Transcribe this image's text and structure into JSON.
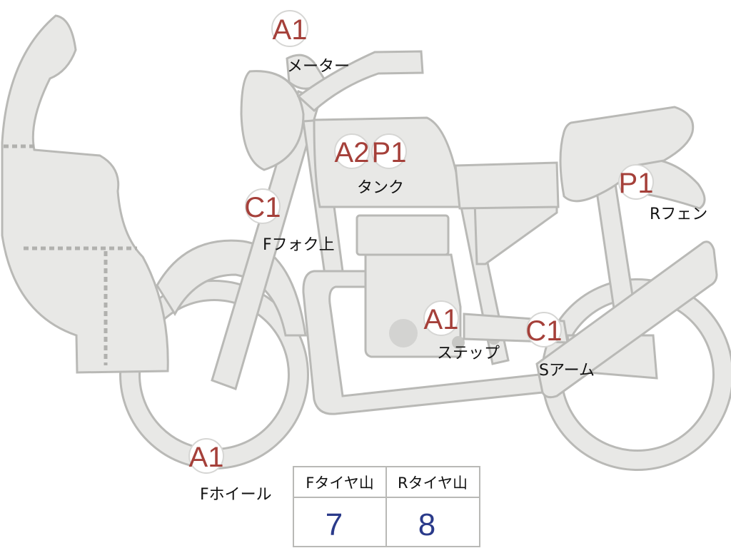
{
  "markers": [
    {
      "code": "A1",
      "label": "メーター"
    },
    {
      "code": "A2",
      "label": ""
    },
    {
      "code": "P1",
      "label": "タンク"
    },
    {
      "code": "C1",
      "label": "Fフォク上"
    },
    {
      "code": "P1",
      "label": "Rフェン"
    },
    {
      "code": "A1",
      "label": "ステップ"
    },
    {
      "code": "C1",
      "label": "Sアーム"
    },
    {
      "code": "A1",
      "label": "Fホイール"
    }
  ],
  "tread_table": {
    "headers": [
      "Fタイヤ山",
      "Rタイヤ山"
    ],
    "values": [
      "7",
      "8"
    ]
  }
}
